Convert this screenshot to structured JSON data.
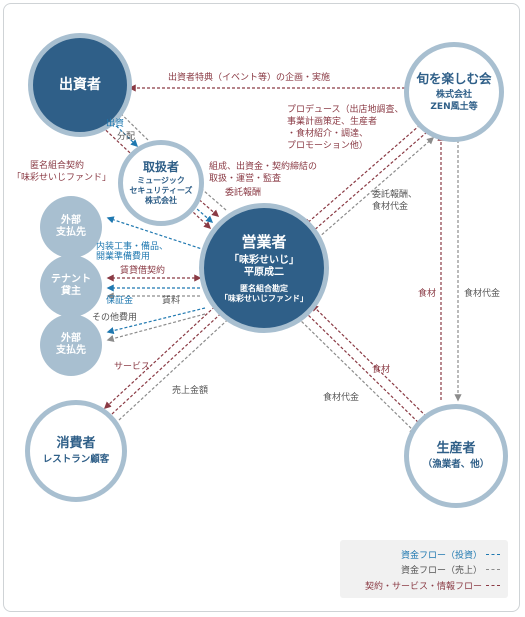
{
  "nodes": {
    "investor": "出資者",
    "shun": {
      "name": "旬を楽しむ会",
      "sub1": "株式会社",
      "sub2": "ZEN風土等"
    },
    "handler": {
      "name": "取扱者",
      "sub1": "ミュージック",
      "sub2": "セキュリティーズ",
      "sub3": "株式会社"
    },
    "operator": {
      "name": "営業者",
      "sub1": "「味彩せいじ」",
      "sub2": "平原成二",
      "sub3": "匿名組合勘定",
      "sub4": "「味彩せいじファンド」"
    },
    "ext_top": {
      "l1": "外部",
      "l2": "支払先"
    },
    "tenant": {
      "l1": "テナント",
      "l2": "貸主"
    },
    "ext_bottom": {
      "l1": "外部",
      "l2": "支払先"
    },
    "consumer": {
      "name": "消費者",
      "sub": "レストラン顧客"
    },
    "producer": {
      "name": "生産者",
      "sub": "（漁業者、他）"
    }
  },
  "labels": {
    "investor_event": "出資者特典（イベント等）の企画・実施",
    "produce_1": "プロデュース（出店地調査、",
    "produce_2": "事業計画策定、生産者",
    "produce_3": "・食材紹介・調達、",
    "produce_4": "プロモーション他）",
    "invest": "出資",
    "distribution": "分配",
    "anon_1": "匿名組合契約",
    "anon_2": "「味彩せいじファンド」",
    "form_1": "組成、出資金・契約締結の",
    "form_2": "取扱・運営・監査",
    "commission": "委託報酬",
    "commission_food_1": "委託報酬、",
    "commission_food_2": "食材代金",
    "interior_1": "内装工事・備品、",
    "interior_2": "開業準備費用",
    "lease": "賃貸借契約",
    "deposit": "保証金",
    "rent": "賃料",
    "other_costs": "その他費用",
    "service": "サービス",
    "sales": "売上金額",
    "food_v": "食材",
    "food_cost_v": "食材代金",
    "food_diag": "食材",
    "food_cost_diag": "食材代金"
  },
  "legend": {
    "invest_flow": "資金フロー（投資）",
    "sales_flow": "資金フロー（売上）",
    "contract_flow": "契約・サービス・情報フロー"
  },
  "colors": {
    "dark_node": "#2f5f88",
    "node_ring": "#a8bfd0",
    "invest_flow": "#1f78b0",
    "sales_flow": "#8c8c8c",
    "contract_flow": "#8a3a44"
  }
}
